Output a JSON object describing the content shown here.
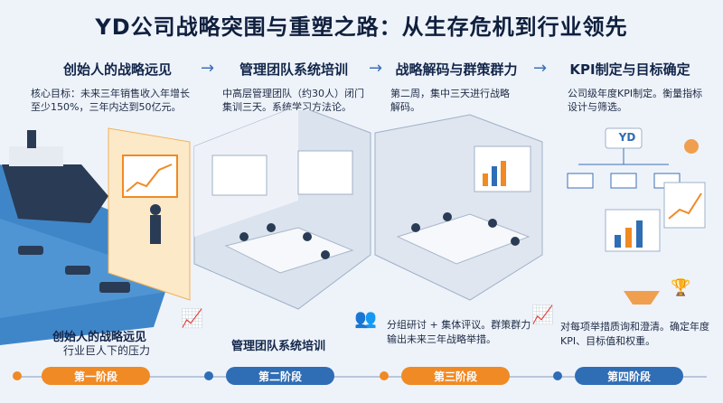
{
  "title": "YD公司战略突围与重塑之路：从生存危机到行业领先",
  "steps": [
    {
      "label": "创始人的战略远见",
      "desc": "核心目标：未来三年销售收入年增长至少150%，三年内达到50亿元。"
    },
    {
      "label": "管理团队系统培训",
      "desc": "中高层管理团队（约30人）闭门集训三天。系统学习方法论。"
    },
    {
      "label": "战略解码与群策群力",
      "desc": "第二周，集中三天进行战略解码。"
    },
    {
      "label": "KPI制定与目标确定",
      "desc": "公司级年度KPI制定。衡量指标设计与筛选。"
    }
  ],
  "bottom": {
    "c1_title": "创始人的战略远见",
    "c1_sub": "行业巨人下的压力",
    "c2_title": "管理团队系统培训",
    "c3_sub": "分组研讨 + 集体评议。群策群力输出未来三年战略举措。",
    "c4_sub": "对每项举措质询和澄清。确定年度KPI、目标值和权重。"
  },
  "logo_text": "YD",
  "stages": [
    "第一阶段",
    "第二阶段",
    "第三阶段",
    "第四阶段"
  ],
  "colors": {
    "orange": "#f08a24",
    "blue": "#2f6db5",
    "navy": "#13264a"
  }
}
